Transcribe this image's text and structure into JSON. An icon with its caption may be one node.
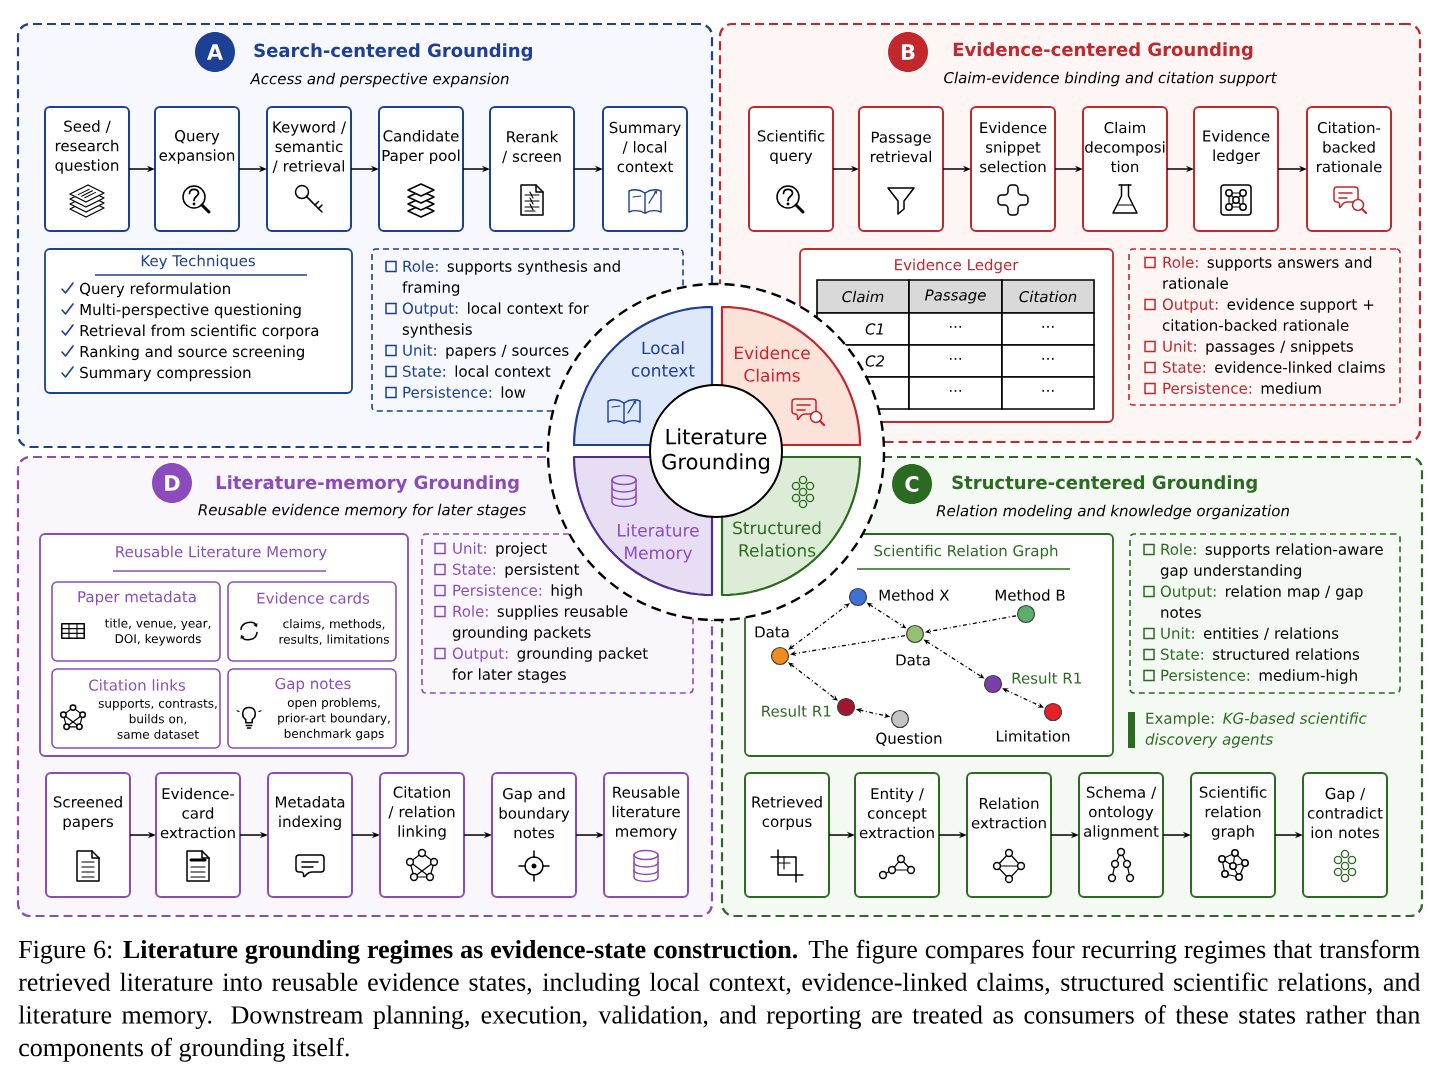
{
  "diagram": {
    "caption": "Figure 6: **Literature grounding regimes as evidence-state construction.** The figure compares four recurring regimes that transform retrieved literature into reusable evidence states, including local context, evidence-linked claims, structured scientific relations, and literature memory. Downstream planning, execution, validation, and reporting are treated as consumers of these states rather than components of grounding itself.",
    "nodes": [
      {
        "text": [
          "Search-centered Grounding",
          "Access and perspective expansion"
        ]
      },
      {
        "text": [
          "A"
        ],
        "in": 0
      },
      {
        "text": [
          "Seed / research question"
        ],
        "in": 0
      },
      {
        "text": [
          "Query expansion"
        ],
        "in": 0
      },
      {
        "text": [
          "Keyword / semantic / retrieval"
        ],
        "in": 0
      },
      {
        "text": [
          "Candidate Paper pool"
        ],
        "in": 0
      },
      {
        "text": [
          "Rerank / screen"
        ],
        "in": 0
      },
      {
        "text": [
          "Summary / local context"
        ],
        "in": 0
      },
      {
        "text": [
          "Key Techniques",
          "Query reformulation",
          "Multi-perspective questioning",
          "Retrieval from scientific corpora",
          "Ranking and source screening",
          "Summary compression"
        ],
        "in": 0
      },
      {
        "text": [
          "Role:",
          "supports synthesis and framing",
          "Output:",
          "local context for synthesis",
          "Unit:",
          "papers / sources",
          "State:",
          "local context",
          "Persistence:",
          "low"
        ],
        "in": 0
      },
      {
        "text": [
          "Evidence-centered Grounding",
          "Claim-evidence binding and citation support"
        ]
      },
      {
        "text": [
          "B"
        ],
        "in": 10
      },
      {
        "text": [
          "Scientific query"
        ],
        "in": 10
      },
      {
        "text": [
          "Passage retrieval"
        ],
        "in": 10
      },
      {
        "text": [
          "Evidence snippet selection"
        ],
        "in": 10
      },
      {
        "text": [
          "Claim decomposi tion"
        ],
        "in": 10
      },
      {
        "text": [
          "Evidence ledger"
        ],
        "in": 10
      },
      {
        "text": [
          "Citation-backed rationale"
        ],
        "in": 10
      },
      {
        "text": [
          "Evidence Ledger",
          "Claim",
          "Passage",
          "Citation",
          "C1",
          "···",
          "···",
          "C2",
          "···",
          "···",
          "···",
          "···"
        ],
        "in": 10
      },
      {
        "text": [
          "Role:",
          "supports answers and rationale",
          "Output:",
          "evidence support + citation-backed rationale",
          "Unit:",
          "passages / snippets",
          "State:",
          "evidence-linked claims",
          "Persistence:",
          "medium"
        ],
        "in": 10
      },
      {
        "text": [
          "Literature-memory Grounding",
          "Reusable evidence memory for later stages"
        ]
      },
      {
        "text": [
          "D"
        ],
        "in": 20
      },
      {
        "text": [
          "Reusable Literature Memory"
        ],
        "in": 20
      },
      {
        "text": [
          "Paper metadata",
          "title, venue, year, DOI, keywords"
        ],
        "in": 22
      },
      {
        "text": [
          "Evidence cards",
          "claims, methods, results, limitations"
        ],
        "in": 22
      },
      {
        "text": [
          "Citation links",
          "supports, contrasts, builds on, same dataset"
        ],
        "in": 22
      },
      {
        "text": [
          "Gap notes",
          "open problems, prior-art boundary, benchmark gaps"
        ],
        "in": 22
      },
      {
        "text": [
          "Unit:",
          "project",
          "State:",
          "persistent",
          "Persistence:",
          "high",
          "Role:",
          "supplies reusable grounding packets",
          "Output:",
          "grounding packet for later stages"
        ],
        "in": 20
      },
      {
        "text": [
          "Screened papers"
        ],
        "in": 20
      },
      {
        "text": [
          "Evidence-card extraction"
        ],
        "in": 20
      },
      {
        "text": [
          "Metadata indexing"
        ],
        "in": 20
      },
      {
        "text": [
          "Citation / relation linking"
        ],
        "in": 20
      },
      {
        "text": [
          "Gap and boundary notes"
        ],
        "in": 20
      },
      {
        "text": [
          "Reusable literature memory"
        ],
        "in": 20
      },
      {
        "text": [
          "Structure-centered Grounding",
          "Relation modeling and knowledge organization"
        ]
      },
      {
        "text": [
          "C"
        ],
        "in": 34
      },
      {
        "text": [
          "Scientific Relation Graph"
        ],
        "in": 34
      },
      {
        "text": [],
        "shape": "circle",
        "beside": [
          "Method X"
        ],
        "in": 36
      },
      {
        "text": [],
        "shape": "circle",
        "beside": [
          "Method B"
        ],
        "in": 36
      },
      {
        "text": [],
        "shape": "circle",
        "beside": [
          "Data"
        ],
        "in": 36
      },
      {
        "text": [],
        "shape": "circle",
        "beside": [
          "Data"
        ],
        "in": 36
      },
      {
        "text": [],
        "shape": "circle",
        "beside": [
          "Result R1"
        ],
        "in": 36
      },
      {
        "text": [],
        "shape": "circle",
        "beside": [
          "Result R1"
        ],
        "in": 36
      },
      {
        "text": [],
        "shape": "circle",
        "beside": [
          "Limitation"
        ],
        "in": 36
      },
      {
        "text": [],
        "shape": "circle",
        "beside": [
          "Question"
        ],
        "in": 36
      },
      {
        "text": [
          "Role:",
          "supports relation-aware gap understanding",
          "Output:",
          "relation map / gap notes",
          "Unit:",
          "entities / relations",
          "State:",
          "structured relations",
          "Persistence:",
          "medium-high"
        ],
        "in": 34
      },
      {
        "text": [
          "Retrieved corpus"
        ],
        "in": 34
      },
      {
        "text": [
          "Entity / concept extraction"
        ],
        "in": 34
      },
      {
        "text": [
          "Relation extraction"
        ],
        "in": 34
      },
      {
        "text": [
          "Schema / ontology alignment"
        ],
        "in": 34
      },
      {
        "text": [
          "Scientific relation graph"
        ],
        "in": 34
      },
      {
        "text": [
          "Gap / contradict ion notes"
        ],
        "in": 34
      },
      {
        "text": [
          "Local context"
        ],
        "in": 0
      },
      {
        "text": [
          "Evidence Claims"
        ],
        "in": 10
      },
      {
        "text": [
          "Literature Memory"
        ],
        "in": 20
      },
      {
        "text": [
          "Structured Relations"
        ],
        "in": 34
      },
      {
        "text": [
          "Literature Grounding"
        ]
      }
    ],
    "edges": [
      {
        "from": 2,
        "to": 3,
        "arrow": "to"
      },
      {
        "from": 3,
        "to": 4,
        "arrow": "to"
      },
      {
        "from": 4,
        "to": 5,
        "arrow": "to"
      },
      {
        "from": 5,
        "to": 6,
        "arrow": "to"
      },
      {
        "from": 6,
        "to": 7,
        "arrow": "to"
      },
      {
        "from": 12,
        "to": 13,
        "arrow": "to"
      },
      {
        "from": 13,
        "to": 14,
        "arrow": "to"
      },
      {
        "from": 14,
        "to": 15,
        "arrow": "to"
      },
      {
        "from": 15,
        "to": 16,
        "arrow": "to"
      },
      {
        "from": 16,
        "to": 17,
        "arrow": "to"
      },
      {
        "from": 28,
        "to": 29,
        "arrow": "to"
      },
      {
        "from": 29,
        "to": 30,
        "arrow": "to"
      },
      {
        "from": 30,
        "to": 31,
        "arrow": "to"
      },
      {
        "from": 31,
        "to": 32,
        "arrow": "to"
      },
      {
        "from": 32,
        "to": 33,
        "arrow": "to"
      },
      {
        "from": 40,
        "to": 37,
        "arrow": "both",
        "style": "dashed"
      },
      {
        "from": 37,
        "to": 39,
        "arrow": "both",
        "style": "dashed"
      },
      {
        "from": 38,
        "to": 39,
        "arrow": "to",
        "style": "dashed"
      },
      {
        "from": 39,
        "to": 40,
        "arrow": "to",
        "style": "dashed"
      },
      {
        "from": 39,
        "to": 41,
        "arrow": "both",
        "style": "dashed"
      },
      {
        "from": 41,
        "to": 43,
        "arrow": "both",
        "style": "dashed"
      },
      {
        "from": 40,
        "to": 42,
        "arrow": "both",
        "style": "dashed"
      },
      {
        "from": 42,
        "to": 44,
        "arrow": "both",
        "style": "dashed"
      },
      {
        "from": 46,
        "to": 47,
        "arrow": "to"
      },
      {
        "from": 47,
        "to": 48,
        "arrow": "to"
      },
      {
        "from": 48,
        "to": 49,
        "arrow": "to"
      },
      {
        "from": 49,
        "to": 50,
        "arrow": "to"
      },
      {
        "from": 50,
        "to": 51,
        "arrow": "to"
      }
    ],
    "labels": [
      "Example: *KG-based scientific discovery agents*"
    ]
  }
}
